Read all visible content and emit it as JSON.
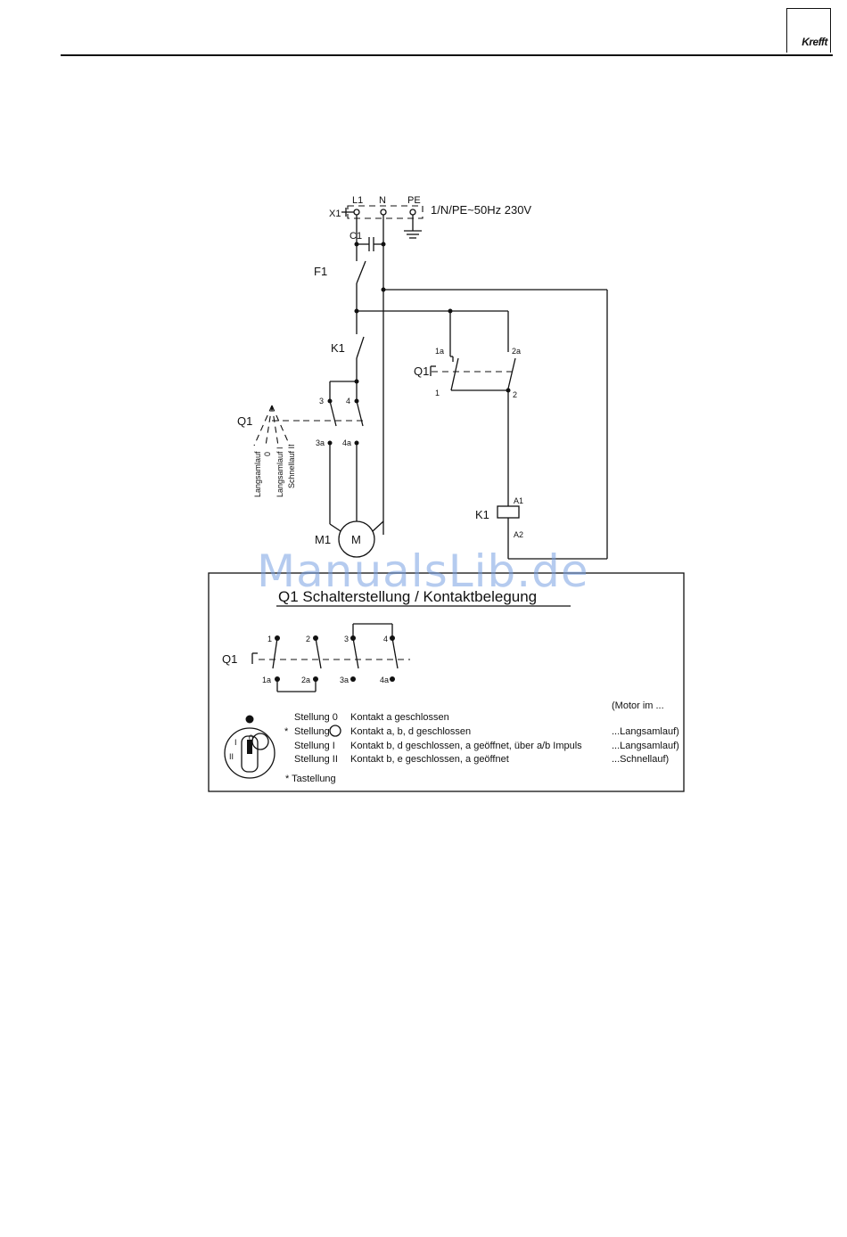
{
  "header": {
    "logo_text": "Krefft"
  },
  "watermark": "ManualsLib.de",
  "schematic": {
    "x1": "X1",
    "l1": "L1",
    "n": "N",
    "pe": "PE",
    "supply": "1/N/PE~50Hz 230V",
    "c1": "C1",
    "f1": "F1",
    "k1": "K1",
    "q1": "Q1",
    "t1a": "1a",
    "t2a": "2a",
    "t1": "1",
    "t2": "2",
    "t3": "3",
    "t4": "4",
    "t3a": "3a",
    "t4a": "4a",
    "a1": "A1",
    "a2": "A2",
    "k1coil": "K1",
    "m1": "M1",
    "m": "M",
    "pos_langsam_t": "Langsamlauf",
    "pos_null": "0",
    "pos_langsam_i": "Langsamlauf I",
    "pos_schnell_ii": "Schnellauf II"
  },
  "legend": {
    "title": "Q1 Schalterstellung / Kontaktbelegung",
    "q1": "Q1",
    "top_terms": [
      "1",
      "2",
      "3",
      "4"
    ],
    "bottom_terms": [
      "1a",
      "2a",
      "3a",
      "4a"
    ],
    "motor_header": "(Motor im ...",
    "rows": [
      {
        "star": "",
        "pos": "Stellung 0",
        "desc": "Kontakt a geschlossen",
        "motor": ""
      },
      {
        "star": "*",
        "pos": "Stellung",
        "desc": "Kontakt a, b, d geschlossen",
        "motor": "...Langsamlauf)"
      },
      {
        "star": "",
        "pos": "Stellung I",
        "desc": "Kontakt b, d geschlossen, a geöffnet, über a/b Impuls",
        "motor": "...Langsamlauf)"
      },
      {
        "star": "",
        "pos": "Stellung II",
        "desc": "Kontakt b, e geschlossen, a geöffnet",
        "motor": "...Schnellauf)"
      }
    ],
    "footnote": "* Tastellung",
    "knob_labels": [
      "II",
      "I",
      "0"
    ]
  }
}
